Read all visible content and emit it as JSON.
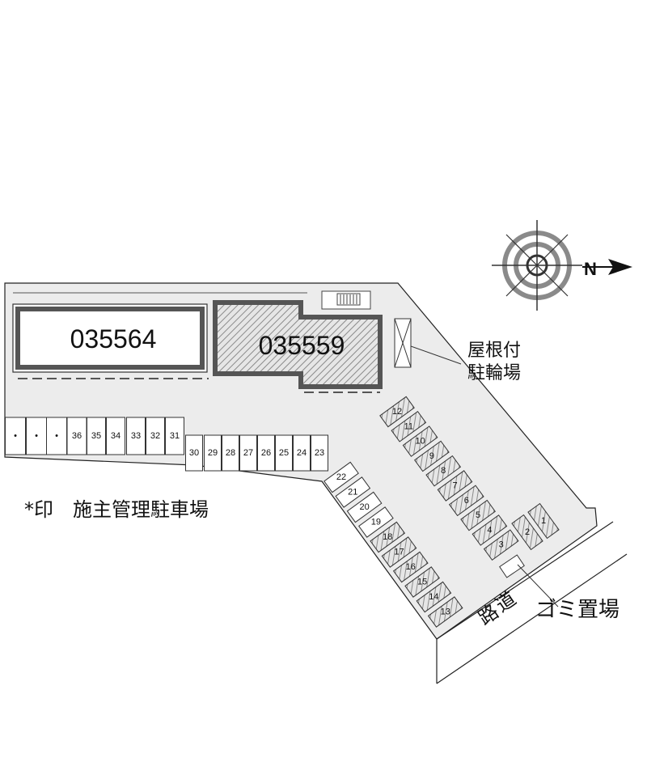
{
  "map": {
    "buildings": [
      {
        "id": "bldg-left",
        "label": "035564"
      },
      {
        "id": "bldg-right",
        "label": "035559"
      }
    ],
    "compass": {
      "north_label": "N"
    },
    "labels": {
      "bicycle_parking_line1": "屋根付",
      "bicycle_parking_line2": "駐輪場",
      "garbage": "ゴミ置場",
      "road_char1": "道",
      "road_char2": "路",
      "legend": "*印　施主管理駐車場"
    },
    "parking_spots": {
      "top_row": [
        "•",
        "•",
        "•",
        "36",
        "35",
        "34",
        "33",
        "32",
        "31"
      ],
      "mid_row": [
        "30",
        "29",
        "28",
        "27",
        "26",
        "25",
        "24",
        "23"
      ],
      "center_col": [
        "22",
        "21",
        "20",
        "19",
        "18",
        "17",
        "16",
        "15",
        "14",
        "13"
      ],
      "right_col": [
        "12",
        "11",
        "10",
        "9",
        "8",
        "7",
        "6",
        "5",
        "4",
        "3"
      ],
      "far_right": [
        "2",
        "1"
      ]
    },
    "hatched_spots": [
      "18",
      "17",
      "16",
      "15",
      "14",
      "13",
      "12",
      "11",
      "10",
      "9",
      "8",
      "7",
      "6",
      "5",
      "4",
      "3",
      "2",
      "1"
    ]
  }
}
